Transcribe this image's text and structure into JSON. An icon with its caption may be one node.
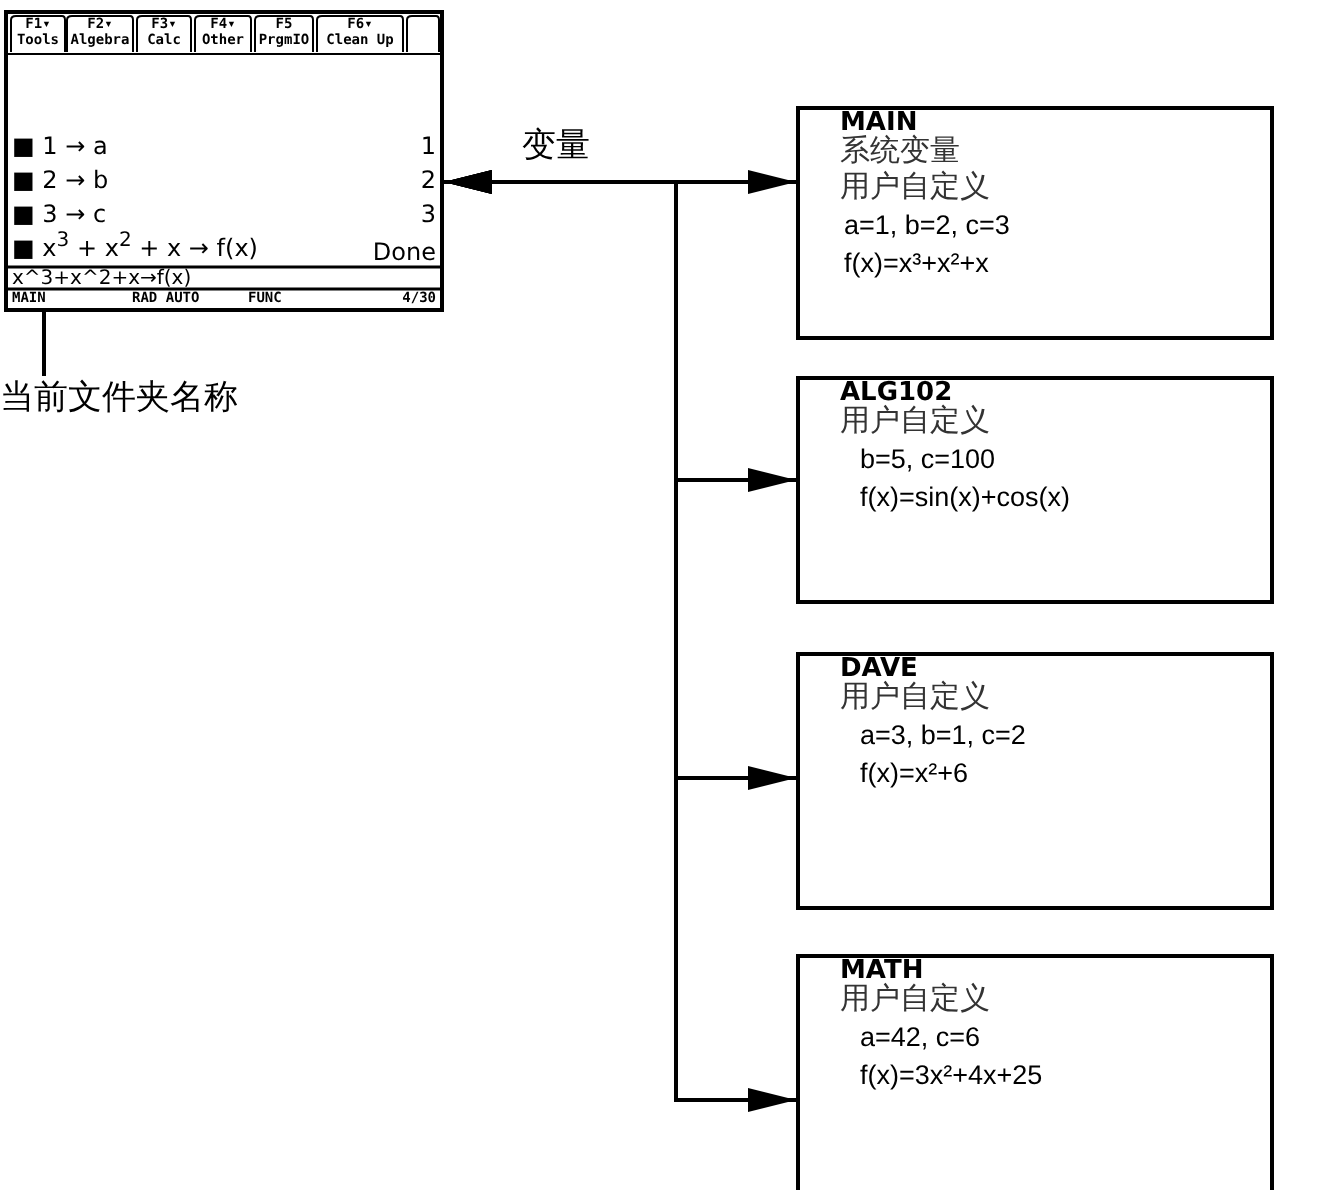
{
  "diagram": {
    "nodes": [
      {
        "text": [
          "F1▾",
          "Tools",
          "F2▾",
          "Algebra",
          "F3▾",
          "Calc",
          "F4▾",
          "Other",
          "F5",
          "PrgmIO",
          "F6▾",
          "Clean Up",
          "■ 1 → a",
          "1",
          "■ 2 → b",
          "2",
          "■ 3 → c",
          "3",
          "■ x$^{3}$ + x$^{2}$ + x → f(x)",
          "Done",
          "x^3+x^2+x→f(x)",
          "MAIN",
          "RAD AUTO",
          "FUNC",
          "4/30"
        ]
      },
      {
        "text": [
          "当前文件夹名称"
        ]
      },
      {
        "text": [
          "MAIN",
          "系统变量",
          "用户自定义",
          "a=1, b=2, c=3",
          "f(x)=x³+x²+x"
        ]
      },
      {
        "text": [
          "ALG102",
          "用户自定义",
          "b=5, c=100",
          "f(x)=sin(x)+cos(x)"
        ]
      },
      {
        "text": [
          "DAVE",
          "用户自定义",
          "a=3, b=1, c=2",
          "f(x)=x²+6"
        ]
      },
      {
        "text": [
          "MATH",
          "用户自定义",
          "a=42, c=6",
          "f(x)=3x²+4x+25"
        ]
      }
    ],
    "edges": [
      {
        "from": 0,
        "to": 2,
        "arrow": "both",
        "label": "变量"
      },
      {
        "from": 0,
        "to": 3,
        "arrow": "both"
      },
      {
        "from": 0,
        "to": 4,
        "arrow": "both"
      },
      {
        "from": 0,
        "to": 5,
        "arrow": "both"
      },
      {
        "from": 1,
        "to": 0,
        "arrow": "none"
      }
    ]
  }
}
